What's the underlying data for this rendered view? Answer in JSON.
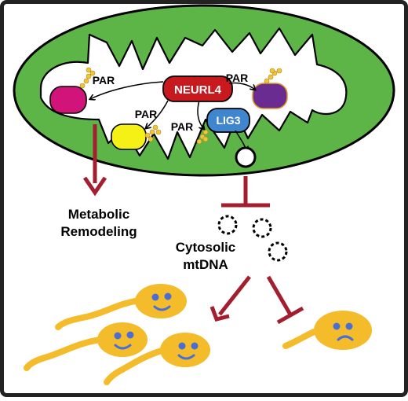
{
  "labels": {
    "neurl4": "NEURL4",
    "lig3": "LIG3",
    "par_left": "PAR",
    "par_right": "PAR",
    "par_lower": "PAR",
    "par_lig3": "PAR",
    "metabolic_line1": "Metabolic",
    "metabolic_line2": "Remodeling",
    "cytosolic_line1": "Cytosolic",
    "cytosolic_line2": "mtDNA"
  },
  "colors": {
    "frame": "#222222",
    "mito_green": "#5db548",
    "neurl4_red": "#c8191f",
    "lig3_blue": "#3f86cf",
    "magenta_protein": "#d1137a",
    "yellow_protein": "#f5f015",
    "purple_protein": "#6a2c91",
    "par_chain": "#efc53a",
    "arrow_darkred": "#a31e2e",
    "cell_yellow": "#f4bc2b",
    "face_blue": "#4a6fd4"
  },
  "cells": [
    {
      "mood": "happy"
    },
    {
      "mood": "happy"
    },
    {
      "mood": "happy"
    },
    {
      "mood": "sad"
    }
  ]
}
